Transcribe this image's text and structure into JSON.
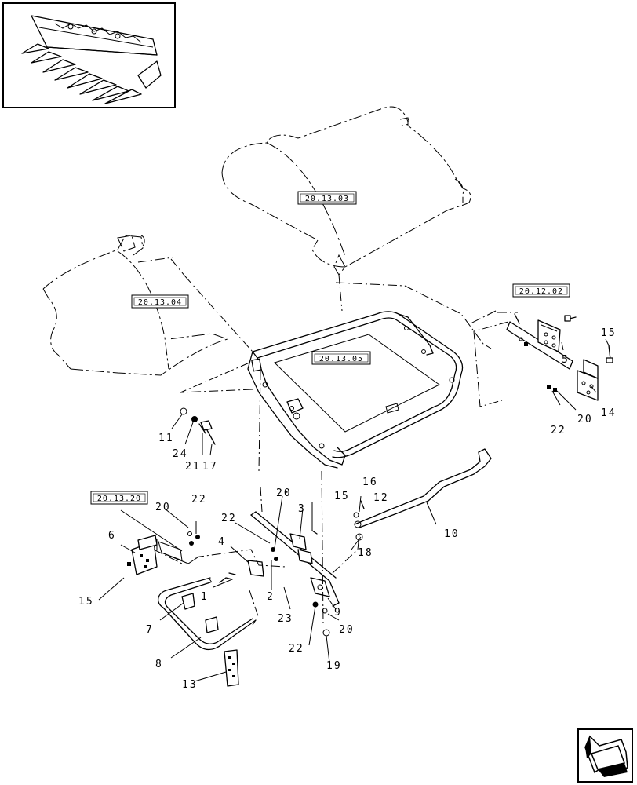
{
  "references": [
    {
      "id": "ref-20-13-03",
      "label": "20.13.03"
    },
    {
      "id": "ref-20-13-04",
      "label": "20.13.04"
    },
    {
      "id": "ref-20-13-05",
      "label": "20.13.05"
    },
    {
      "id": "ref-20-12-02",
      "label": "20.12.02"
    },
    {
      "id": "ref-20-13-20",
      "label": "20.13.20"
    }
  ],
  "callouts": {
    "c1": "1",
    "c2": "2",
    "c3": "3",
    "c4": "4",
    "c5": "5",
    "c6": "6",
    "c7": "7",
    "c8": "8",
    "c9": "9",
    "c10": "10",
    "c11": "11",
    "c12": "12",
    "c13": "13",
    "c14": "14",
    "c15a": "15",
    "c15b": "15",
    "c15c": "15",
    "c16": "16",
    "c17": "17",
    "c18": "18",
    "c19": "19",
    "c20a": "20",
    "c20b": "20",
    "c20c": "20",
    "c20d": "20",
    "c21": "21",
    "c22a": "22",
    "c22b": "22",
    "c22c": "22",
    "c22d": "22",
    "c23": "23",
    "c24": "24"
  }
}
